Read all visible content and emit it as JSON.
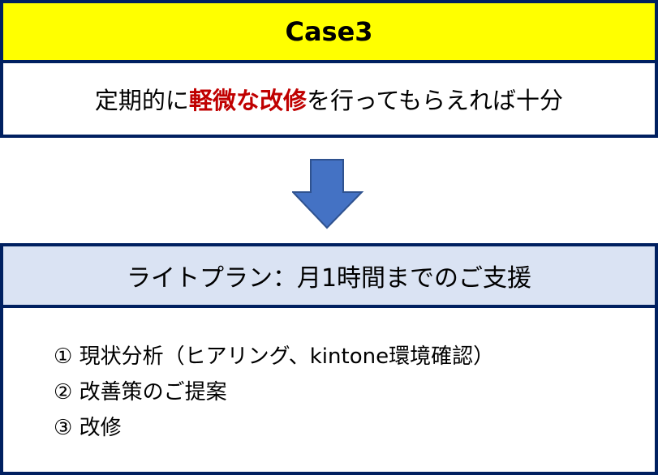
{
  "case": {
    "title": "Case3",
    "desc_pre": "定期的に",
    "desc_highlight": "軽微な改修",
    "desc_post": "を行ってもらえれば十分"
  },
  "plan": {
    "title": "ライトプラン：月1時間までのご支援",
    "items": [
      "① 現状分析（ヒアリング、kintone環境確認）",
      "② 改善策のご提案",
      "③ 改修"
    ]
  },
  "colors": {
    "border": "#002060",
    "header_yellow": "#ffff00",
    "header_blue": "#dae3f3",
    "arrow": "#4472c4",
    "highlight": "#c00000"
  }
}
